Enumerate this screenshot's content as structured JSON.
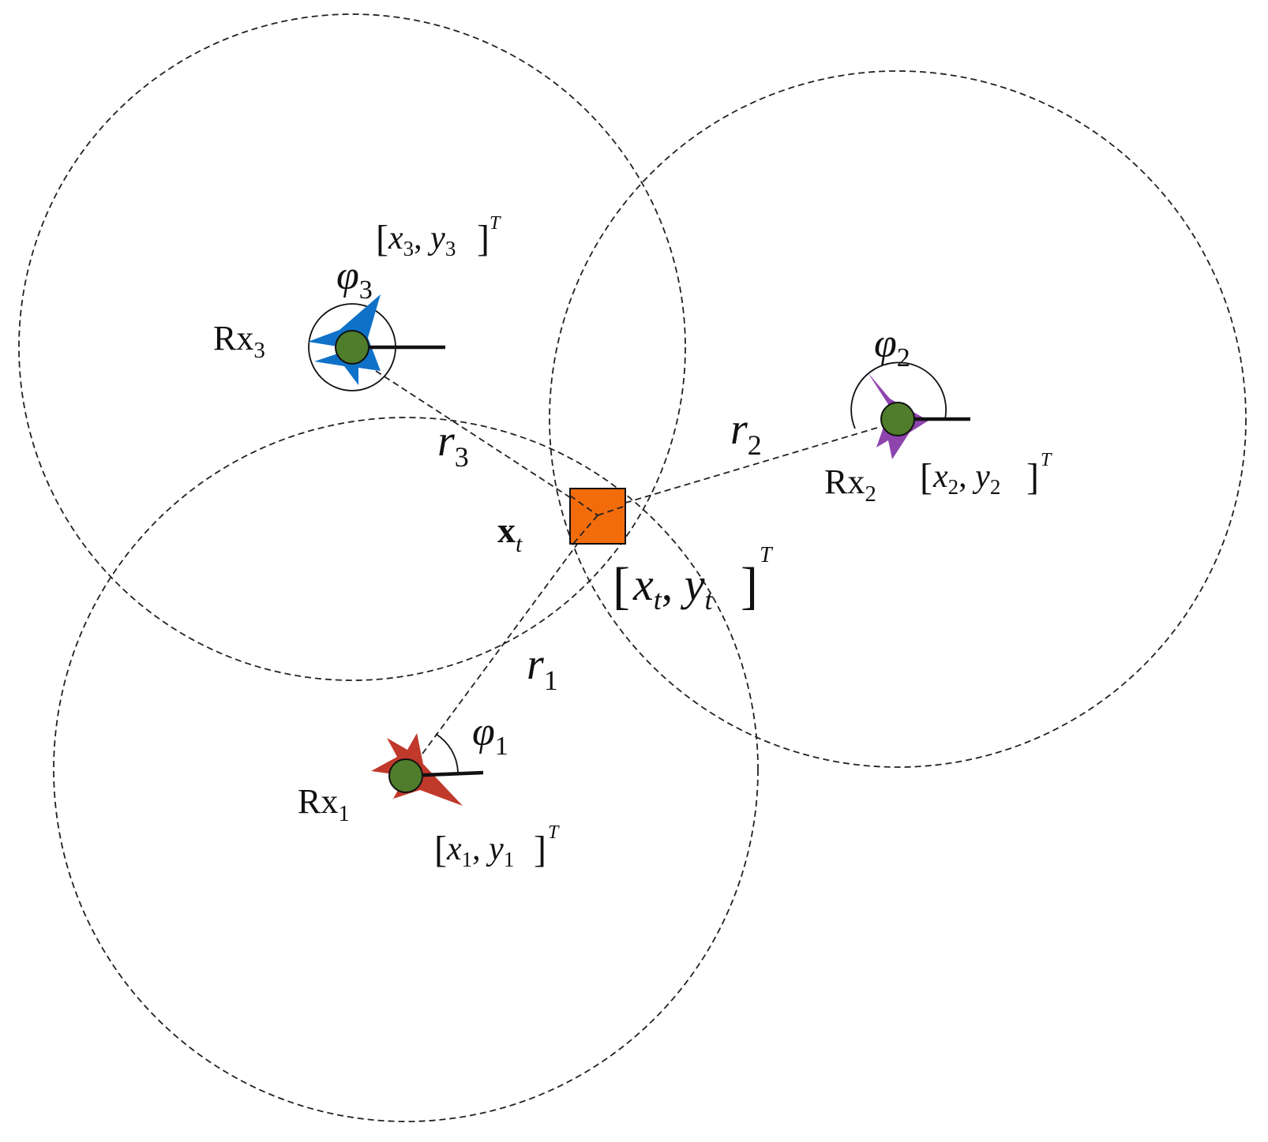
{
  "target": {
    "symbol_main": "x",
    "symbol_sub": "t",
    "coord_x": "x",
    "coord_x_sub": "t",
    "coord_y": "y",
    "coord_y_sub": "t",
    "coord_sup": "T",
    "fill_color": "#f26c0c"
  },
  "receivers": [
    {
      "label_main": "Rx",
      "label_sub": "1",
      "angle_main": "φ",
      "angle_sub": "1",
      "range_main": "r",
      "range_sub": "1",
      "coord_x": "x",
      "coord_x_sub": "1",
      "coord_y": "y",
      "coord_y_sub": "1",
      "coord_sup": "T",
      "color": "#c0392b"
    },
    {
      "label_main": "Rx",
      "label_sub": "2",
      "angle_main": "φ",
      "angle_sub": "2",
      "range_main": "r",
      "range_sub": "2",
      "coord_x": "x",
      "coord_x_sub": "2",
      "coord_y": "y",
      "coord_y_sub": "2",
      "coord_sup": "T",
      "color": "#8e44ad"
    },
    {
      "label_main": "Rx",
      "label_sub": "3",
      "angle_main": "φ",
      "angle_sub": "3",
      "range_main": "r",
      "range_sub": "3",
      "coord_x": "x",
      "coord_x_sub": "3",
      "coord_y": "y",
      "coord_y_sub": "3",
      "coord_sup": "T",
      "color": "#0f72c8"
    }
  ],
  "node_color": "#4f7d2c"
}
